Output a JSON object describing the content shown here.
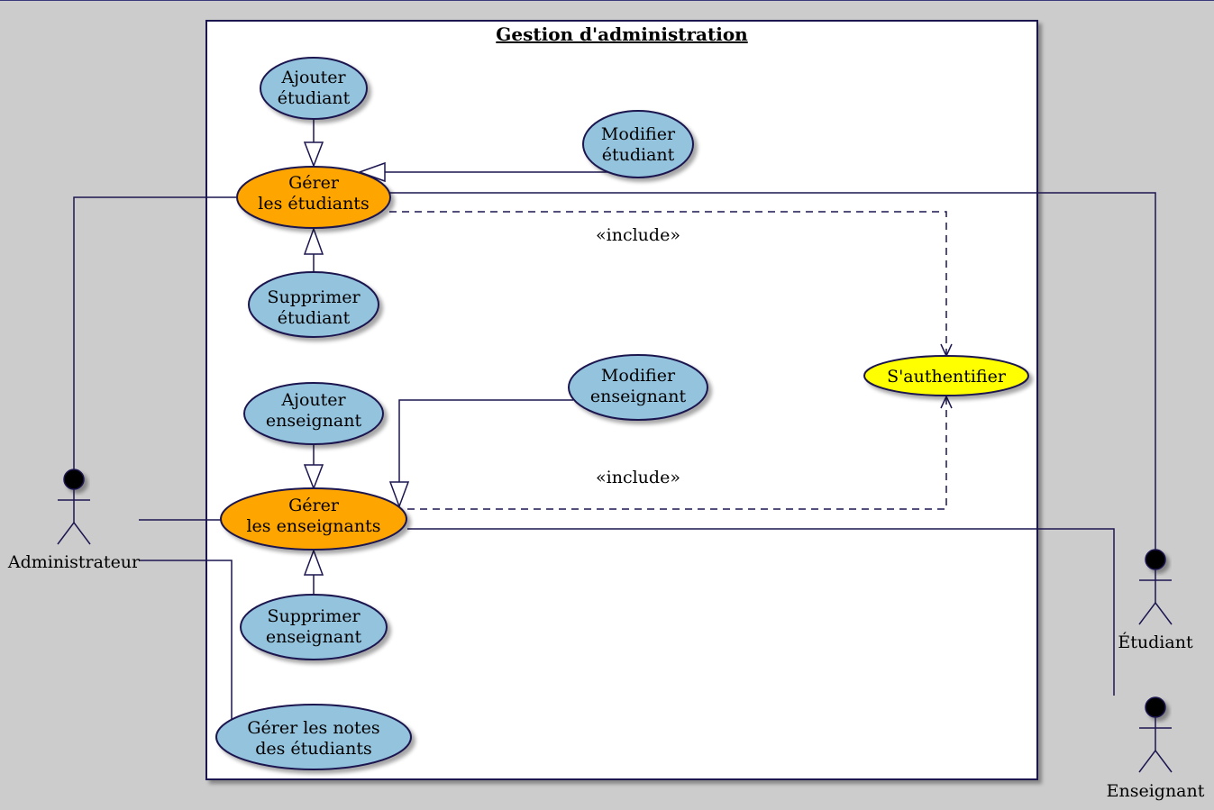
{
  "diagram": {
    "system_title": "Gestion d'administration",
    "colors": {
      "background": "#cccccc",
      "system_fill": "#ffffff",
      "stroke": "#1c1650",
      "usecase_fill": "#94c3de",
      "main_usecase_fill": "#ffa500",
      "auth_fill": "#ffff00",
      "actor_head": "#000000"
    },
    "actors": {
      "admin": "Administrateur",
      "etudiant": "Étudiant",
      "enseignant": "Enseignant"
    },
    "usecases": {
      "ajouter_etudiant": [
        "Ajouter",
        "étudiant"
      ],
      "modifier_etudiant": [
        "Modifier",
        "étudiant"
      ],
      "gerer_etudiants": [
        "Gérer",
        "les étudiants"
      ],
      "supprimer_etudiant": [
        "Supprimer",
        "étudiant"
      ],
      "ajouter_enseignant": [
        "Ajouter",
        "enseignant"
      ],
      "modifier_enseignant": [
        "Modifier",
        "enseignant"
      ],
      "gerer_enseignants": [
        "Gérer",
        "les enseignants"
      ],
      "supprimer_enseignant": [
        "Supprimer",
        "enseignant"
      ],
      "gerer_notes": [
        "Gérer les notes",
        "des étudiants"
      ],
      "authentifier": [
        "S'authentifier"
      ]
    },
    "relations": {
      "include_label": "«include»"
    }
  }
}
